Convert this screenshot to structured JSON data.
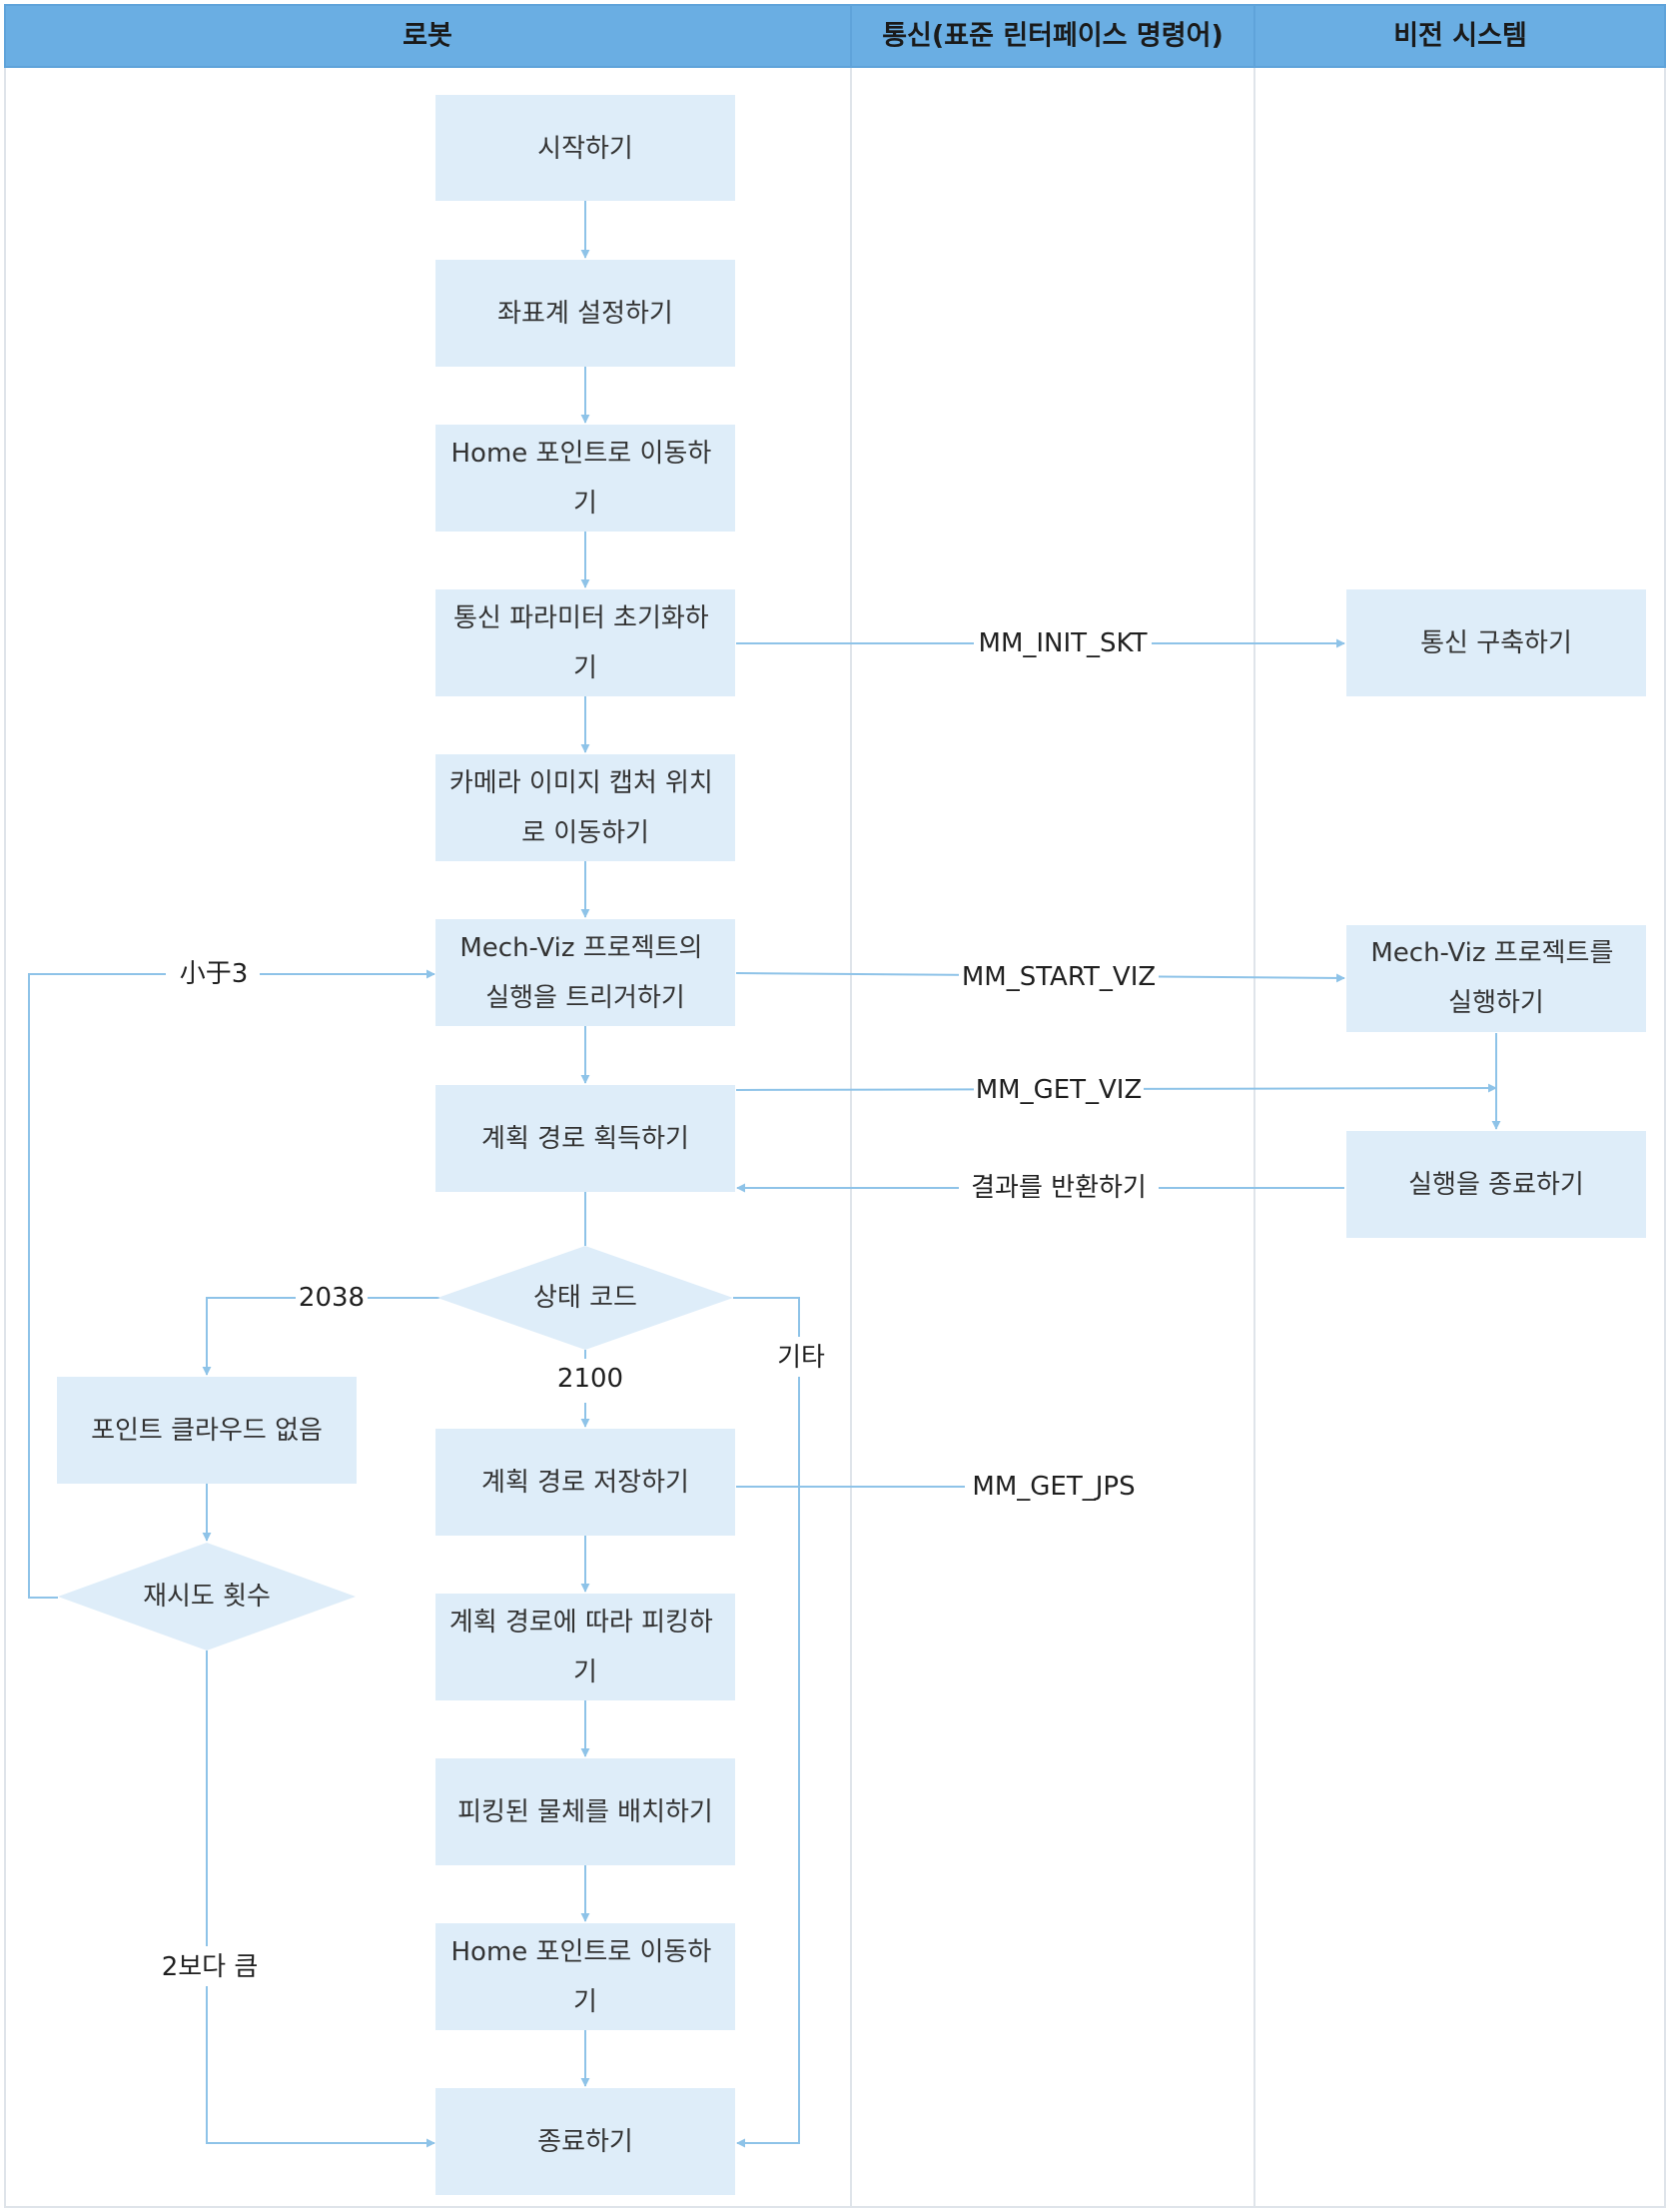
{
  "colors": {
    "header_fill": "#6aaee3",
    "header_border": "#5fa3da",
    "box_fill": "#deedf9",
    "line": "#8ec3e8",
    "grid": "#dfe4ea"
  },
  "lanes": {
    "robot": "로봇",
    "comm": "통신(표준 린터페이스 명령어)",
    "vision": "비전 시스템"
  },
  "steps": {
    "start": [
      "시작하기"
    ],
    "set_coord": [
      "좌표계 설정하기"
    ],
    "home1": [
      "Home 포인트로 이동하",
      "기"
    ],
    "init_comm": [
      "통신 파라미터 초기화하",
      "기"
    ],
    "move_camera": [
      "카메라 이미지 캡처 위치",
      "로 이동하기"
    ],
    "trigger_viz": [
      "Mech-Viz 프로젝트의",
      "실행을 트리거하기"
    ],
    "get_path": [
      "계획 경로 획득하기"
    ],
    "status_code": [
      "상태 코드"
    ],
    "no_cloud": [
      "포인트 클라우드 없음"
    ],
    "retry_count": [
      "재시도 횟수"
    ],
    "save_path": [
      "계획 경로 저장하기"
    ],
    "pick": [
      "계획 경로에 따라 피킹하",
      "기"
    ],
    "place": [
      "피킹된 물체를 배치하기"
    ],
    "home2": [
      "Home 포인트로 이동하",
      "기"
    ],
    "end": [
      "종료하기"
    ],
    "establish_comm": [
      "통신 구축하기"
    ],
    "run_viz": [
      "Mech-Viz 프로젝트를",
      "실행하기"
    ],
    "finish_run": [
      "실행을 종료하기"
    ]
  },
  "edge_labels": {
    "init_skt": "MM_INIT_SKT",
    "start_viz": "MM_START_VIZ",
    "get_viz": "MM_GET_VIZ",
    "return_result": "결과를 반환하기",
    "get_jps": "MM_GET_JPS",
    "code_2038": "2038",
    "code_2100": "2100",
    "code_other": "기타",
    "less_than_3": "小于3",
    "greater_than_2": "2보다 큼"
  }
}
